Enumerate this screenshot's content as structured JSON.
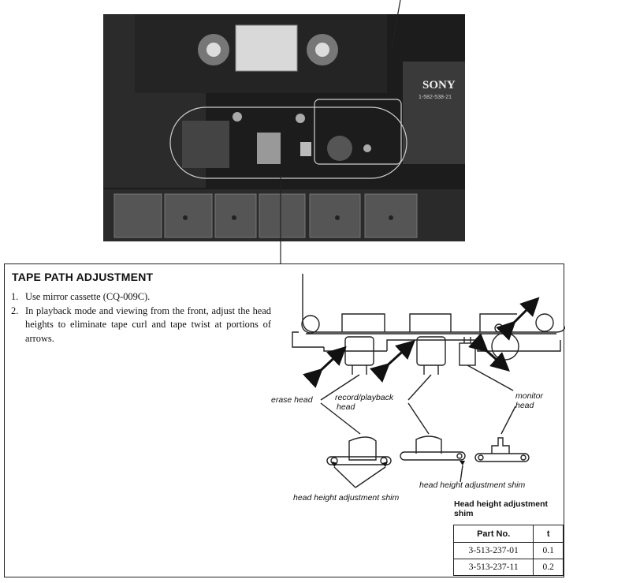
{
  "photo": {
    "brand": "SONY",
    "board_code": "1-582-538-21"
  },
  "procedure": {
    "title": "TAPE PATH ADJUSTMENT",
    "steps": [
      {
        "num": "1.",
        "text": "Use mirror cassette (CQ-009C)."
      },
      {
        "num": "2.",
        "text": "In playback mode and viewing from the front, adjust the head heights to eliminate tape curl and tape twist at portions of arrows."
      }
    ]
  },
  "diagram": {
    "labels": {
      "erase_head": "erase head",
      "record_playback_head_line1": "record/playback",
      "record_playback_head_line2": "head",
      "monitor_head_line1": "monitor",
      "monitor_head_line2": "head",
      "shim_left": "head height adjustment shim",
      "shim_right": "head height adjustment shim"
    }
  },
  "shim_table": {
    "title_line1": "Head height adjustment",
    "title_line2": "shim",
    "headers": [
      "Part No.",
      "t"
    ],
    "rows": [
      [
        "3-513-237-01",
        "0.1"
      ],
      [
        "3-513-237-11",
        "0.2"
      ]
    ]
  }
}
